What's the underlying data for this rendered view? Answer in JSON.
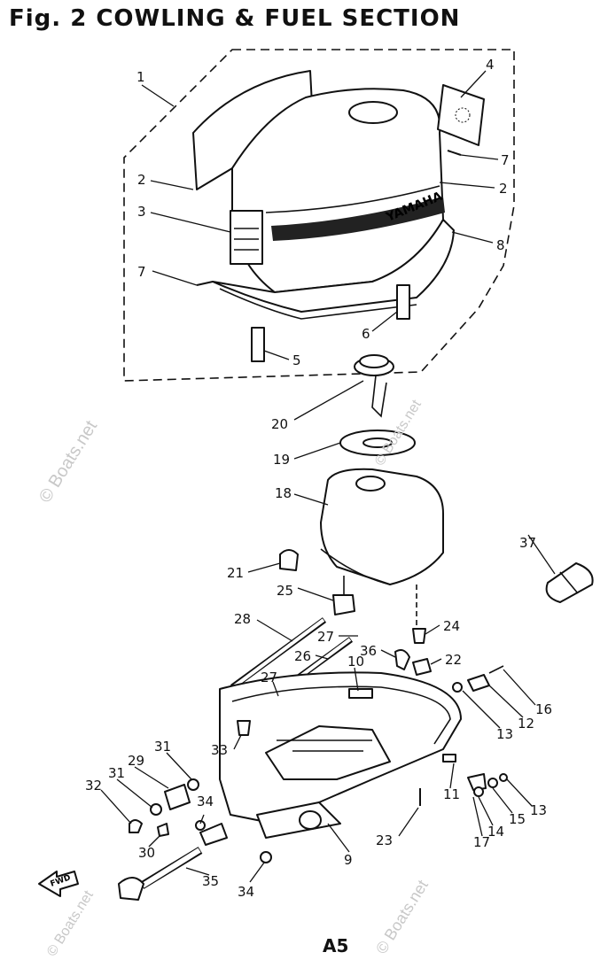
{
  "title": "Fig. 2  COWLING & FUEL  SECTION",
  "page_number": "A5",
  "watermark": "© Boats.net",
  "brand_label": "YAMAHA",
  "fwd_label": "FWD",
  "callouts": {
    "c1": "1",
    "c2a": "2",
    "c2b": "2",
    "c3": "3",
    "c4": "4",
    "c5": "5",
    "c6": "6",
    "c7a": "7",
    "c7b": "7",
    "c8": "8",
    "c9": "9",
    "c10": "10",
    "c11": "11",
    "c12": "12",
    "c13a": "13",
    "c13b": "13",
    "c14": "14",
    "c15": "15",
    "c16": "16",
    "c17": "17",
    "c18": "18",
    "c19": "19",
    "c20": "20",
    "c21": "21",
    "c22": "22",
    "c23": "23",
    "c24": "24",
    "c25": "25",
    "c26": "26",
    "c27a": "27",
    "c27b": "27",
    "c28": "28",
    "c29": "29",
    "c30": "30",
    "c31a": "31",
    "c31b": "31",
    "c32": "32",
    "c33": "33",
    "c34a": "34",
    "c34b": "34",
    "c35": "35",
    "c36": "36",
    "c37": "37"
  }
}
